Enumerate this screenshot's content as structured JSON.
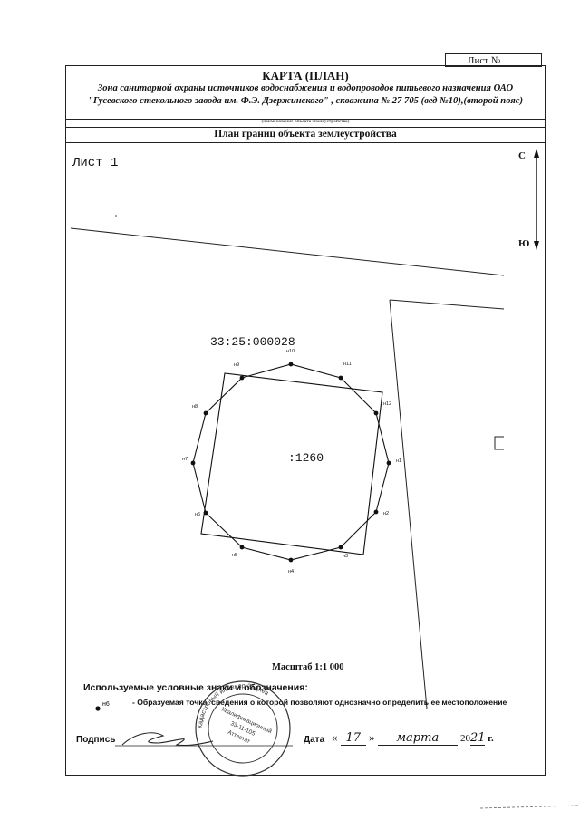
{
  "sheet_label": "Лист №",
  "map_title": "КАРТА (ПЛАН)",
  "object_description": "Зона санитарной охраны источников водоснабжения и водопроводов питьевого назначения ОАО \"Гусевского стекольного завода им. Ф.Э. Дзержинского\" , скважина № 27 705 (вед №10),(второй пояс)",
  "object_caption": "(наименование объекта землеустройства)",
  "plan_title": "План границ объекта землеустройства",
  "sheet_number": "Лист 1",
  "compass": {
    "north": "С",
    "south": "Ю"
  },
  "cadastral_block": "33:25:000028",
  "parcel_label": ":1260",
  "points": [
    {
      "label": "н1"
    },
    {
      "label": "н2"
    },
    {
      "label": "н3"
    },
    {
      "label": "н4"
    },
    {
      "label": "н5"
    },
    {
      "label": "н6"
    },
    {
      "label": "н7"
    },
    {
      "label": "н8"
    },
    {
      "label": "н9"
    },
    {
      "label": "н10"
    },
    {
      "label": "н11"
    },
    {
      "label": "н12"
    }
  ],
  "scale": "Масштаб 1:1 000",
  "legend_title": "Используемые условные знаки и обозначения:",
  "legend_item": {
    "symbol_label": "н6",
    "text": "- Образуемая точка, сведения о которой позволяют однозначно определить ее местоположение"
  },
  "signature_label": "Подпись",
  "date_label": "Дата",
  "date": {
    "open_quote": "«",
    "day": "17",
    "close_quote": "»",
    "month": "марта",
    "year_prefix": "20",
    "year_suffix": "21",
    "suffix": "г."
  },
  "stamp_lines": [
    "Кадастровый инженер Заднев",
    "Квалификационный",
    "33-11-105",
    "Аттестат"
  ]
}
